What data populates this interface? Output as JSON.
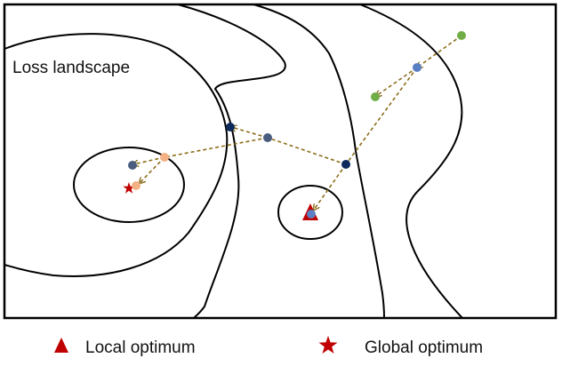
{
  "diagram": {
    "title": "Loss landscape",
    "legend": [
      {
        "label": "Local optimum",
        "marker": "triangle",
        "color": "#c00000"
      },
      {
        "label": "Global optimum",
        "marker": "star",
        "color": "#c00000"
      }
    ],
    "colors": {
      "frame": "#000000",
      "contour": "#000000",
      "path": "#8b6e1a",
      "navy_point": "#0d2a5c",
      "slate_point": "#4a5d7e",
      "green_point": "#70ad47",
      "blue_point": "#5b7fc4",
      "peach_point": "#f4b183",
      "optimum": "#c00000"
    }
  }
}
